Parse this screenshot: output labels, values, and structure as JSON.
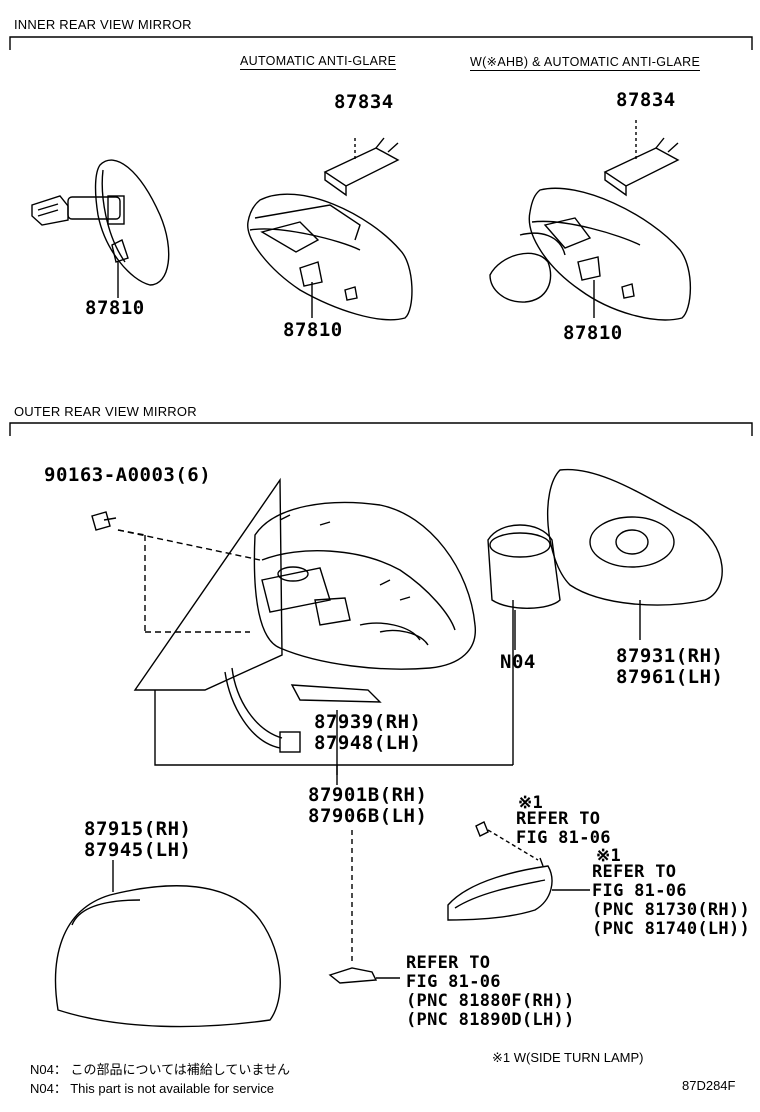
{
  "sections": {
    "inner": {
      "title": "INNER REAR VIEW MIRROR"
    },
    "outer": {
      "title": "OUTER REAR VIEW MIRROR"
    }
  },
  "variants": {
    "auto_anti_glare": "AUTOMATIC ANTI-GLARE",
    "ahb_auto_anti_glare": "W(※AHB) & AUTOMATIC ANTI-GLARE"
  },
  "parts": {
    "inner_mirror_basic": "87810",
    "inner_mirror_auto": "87810",
    "inner_mirror_ahb": "87810",
    "cover_auto": "87834",
    "cover_ahb": "87834",
    "screw": "90163-A0003(6)",
    "outer_mirror_rh": "87901B(RH)",
    "outer_mirror_lh": "87906B(LH)",
    "mirror_glass_rh": "87931(RH)",
    "mirror_glass_lh": "87961(LH)",
    "cover_trim_rh": "87939(RH)",
    "cover_trim_lh": "87948(LH)",
    "outer_cover_rh": "87915(RH)",
    "outer_cover_lh": "87945(LH)",
    "motor": "N04"
  },
  "refs": {
    "screw_ref": {
      "mark": "※1",
      "line1": "REFER TO",
      "line2": "FIG 81-06"
    },
    "lamp_ref": {
      "mark": "※1",
      "line1": "REFER TO",
      "line2": "FIG 81-06",
      "line3": "(PNC 81730(RH))",
      "line4": "(PNC 81740(LH))"
    },
    "lower_lamp_ref": {
      "line1": "REFER TO",
      "line2": "FIG 81-06",
      "line3": "(PNC 81880F(RH))",
      "line4": "(PNC 81890D(LH))"
    }
  },
  "notes": {
    "n04_jp": "N04： この部品については補給していません",
    "n04_en": "N04： This part is not available for service",
    "footnote": "※1 W(SIDE TURN LAMP)",
    "figure_id": "87D284F"
  }
}
